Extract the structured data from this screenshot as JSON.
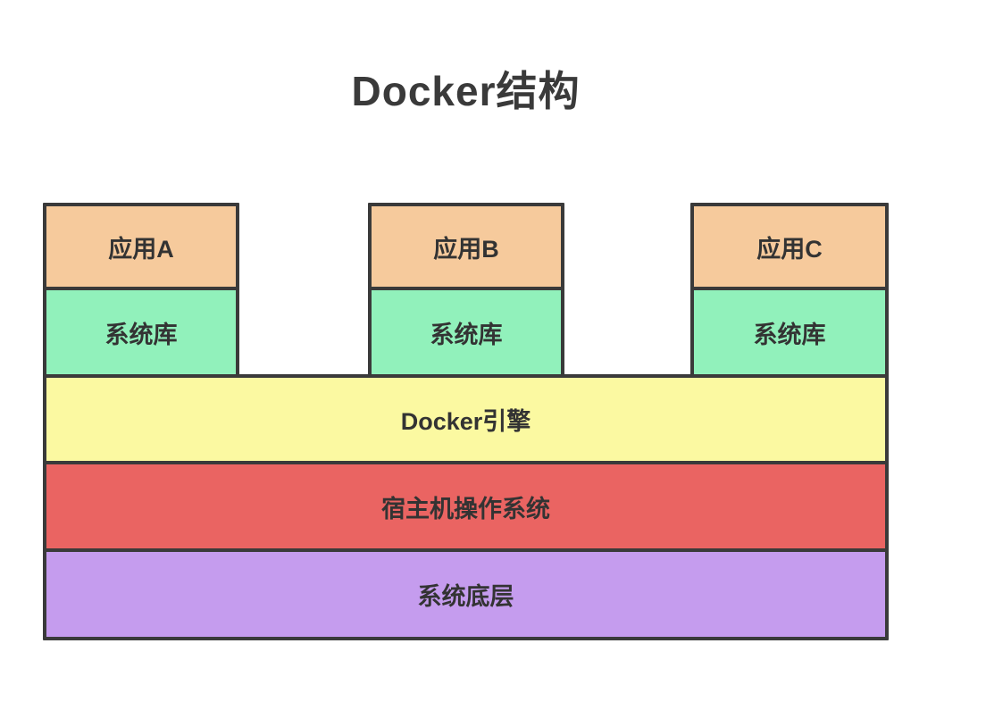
{
  "title": "Docker结构",
  "diagram": {
    "columns": [
      {
        "id": "A",
        "app_label": "应用A",
        "lib_label": "系统库"
      },
      {
        "id": "B",
        "app_label": "应用B",
        "lib_label": "系统库"
      },
      {
        "id": "C",
        "app_label": "应用C",
        "lib_label": "系统库"
      }
    ],
    "layers": [
      {
        "id": "docker-engine",
        "label": "Docker引擎"
      },
      {
        "id": "host-os",
        "label": "宿主机操作系统"
      },
      {
        "id": "system-base",
        "label": "系统底层"
      }
    ]
  },
  "colors": {
    "app_fill": "#f6ca9c",
    "lib_fill": "#91f1bb",
    "engine_fill": "#fbf9a1",
    "host_fill": "#ea6462",
    "base_fill": "#c59cee",
    "border": "#3a3a3a",
    "text": "#333333",
    "title": "#3a3a3a",
    "background": "#ffffff"
  }
}
